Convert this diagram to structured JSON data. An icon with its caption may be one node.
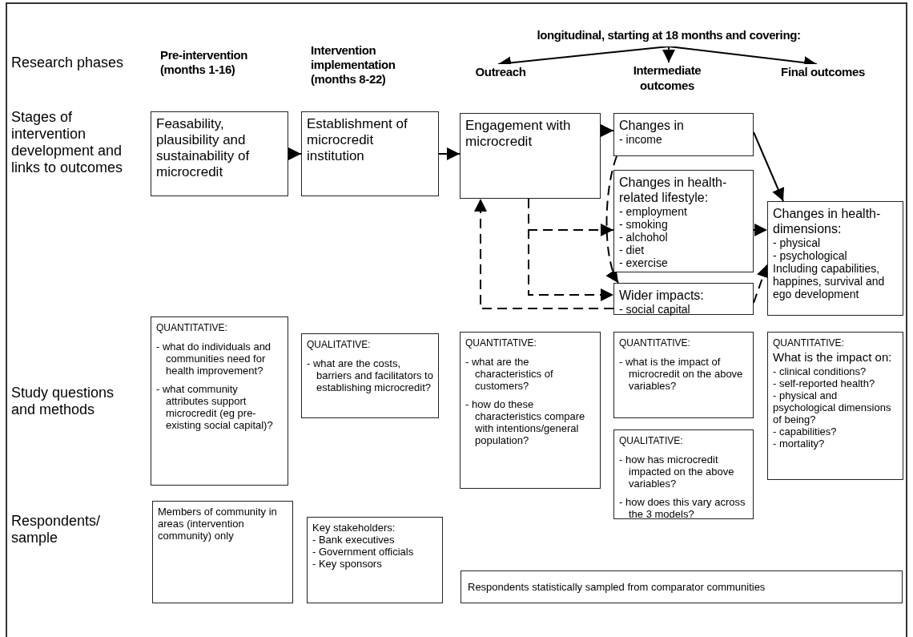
{
  "diagram": {
    "nodes": [
      {
        "text": [
          "longitudinal, starting at 18 months and covering:"
        ]
      },
      {
        "text": [
          "Outreach"
        ]
      },
      {
        "text": [
          "Intermediate outcomes"
        ]
      },
      {
        "text": [
          "Final outcomes"
        ]
      },
      {
        "text": [
          "Feasability, plausibility and sustainability of microcredit"
        ]
      },
      {
        "text": [
          "Establishment of microcredit institution"
        ]
      },
      {
        "text": [
          "Engagement with microcredit"
        ]
      },
      {
        "text": [
          "Changes in",
          "- income"
        ]
      },
      {
        "text": [
          "Changes in health-related lifestyle:",
          "- employment",
          "- smoking",
          "- alchohol",
          "- diet",
          "- exercise"
        ]
      },
      {
        "text": [
          "Changes in health-dimensions:",
          "- physical",
          "- psychological",
          "Including capabilities, happines, survival and ego development"
        ]
      },
      {
        "text": [
          "Wider impacts:",
          "- social capital"
        ]
      },
      {
        "text": [
          "QUANTITATIVE:",
          "- what do individuals and communities need for health improvement?",
          "- what community attributes support microcredit (eg pre-existing social capital)?"
        ]
      },
      {
        "text": [
          "QUALITATIVE:",
          "- what are the costs, barriers and facilitators to establishing microcredit?"
        ]
      },
      {
        "text": [
          "QUANTITATIVE:",
          "- what are the characteristics of customers?",
          "- how do these characteristics compare with intentions/general population?"
        ]
      },
      {
        "text": [
          "QUANTITATIVE:",
          "- what is the impact of microcredit on the above variables?"
        ]
      },
      {
        "text": [
          "QUALITATIVE:",
          "- how has microcredit impacted on the above variables?",
          "- how does this vary across the 3 models?"
        ]
      },
      {
        "text": [
          "QUANTITATIVE:",
          "What is the impact on:",
          "- clinical conditions?",
          "- self-reported health?",
          "- physical and psychological dimensions of being?",
          "- capabilities?",
          "- mortality?"
        ]
      },
      {
        "text": [
          "Members of community in areas (intervention community) only"
        ]
      },
      {
        "text": [
          "Key stakeholders:",
          "- Bank executives",
          "- Government officials",
          "- Key sponsors"
        ]
      },
      {
        "text": [
          "Respondents statistically sampled from comparator communities"
        ]
      }
    ],
    "edges": [
      {
        "from": 0,
        "to": 1,
        "arrow": "to"
      },
      {
        "from": 0,
        "to": 2,
        "arrow": "to"
      },
      {
        "from": 0,
        "to": 3,
        "arrow": "to"
      },
      {
        "from": 4,
        "to": 5,
        "arrow": "to"
      },
      {
        "from": 5,
        "to": 6,
        "arrow": "to"
      },
      {
        "from": 6,
        "to": 7,
        "arrow": "to"
      },
      {
        "from": 7,
        "to": 9,
        "arrow": "to"
      },
      {
        "from": 6,
        "to": 8,
        "arrow": "to",
        "style": "dashed"
      },
      {
        "from": 6,
        "to": 10,
        "arrow": "to",
        "style": "dashed"
      },
      {
        "from": 7,
        "to": 10,
        "arrow": "to",
        "style": "dashed"
      },
      {
        "from": 10,
        "to": 6,
        "arrow": "to",
        "style": "dashed"
      },
      {
        "from": 8,
        "to": 9,
        "arrow": "to",
        "style": "dashed"
      },
      {
        "from": 10,
        "to": 9,
        "arrow": "to",
        "style": "dashed"
      }
    ],
    "labels": [
      "Research phases",
      "Pre-intervention (months 1-16)",
      "Intervention implementation (months 8-22)",
      "Stages of intervention development and links to outcomes",
      "Study questions and methods",
      "Respondents/ sample"
    ]
  }
}
